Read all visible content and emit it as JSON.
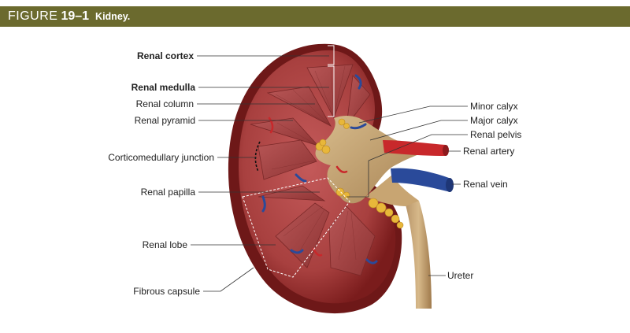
{
  "figure": {
    "prefix": "FIGURE",
    "number": "19–1",
    "title": "Kidney."
  },
  "labels": {
    "renal_cortex": "Renal cortex",
    "renal_medulla": "Renal medulla",
    "renal_column": "Renal column",
    "renal_pyramid": "Renal pyramid",
    "corticomedullary_junction": "Corticomedullary junction",
    "renal_papilla": "Renal papilla",
    "renal_lobe": "Renal lobe",
    "fibrous_capsule": "Fibrous capsule",
    "minor_calyx": "Minor calyx",
    "major_calyx": "Major calyx",
    "renal_pelvis": "Renal pelvis",
    "renal_artery": "Renal artery",
    "renal_vein": "Renal vein",
    "ureter": "Ureter"
  },
  "colors": {
    "banner": "#6b6a2e",
    "capsule": "#7a1c1c",
    "cortex": "#b4474a",
    "medulla": "#9c3d3e",
    "pelvis": "#c9a876",
    "fat": "#e8b73a",
    "artery": "#c8282b",
    "vein": "#2a4a9a"
  }
}
